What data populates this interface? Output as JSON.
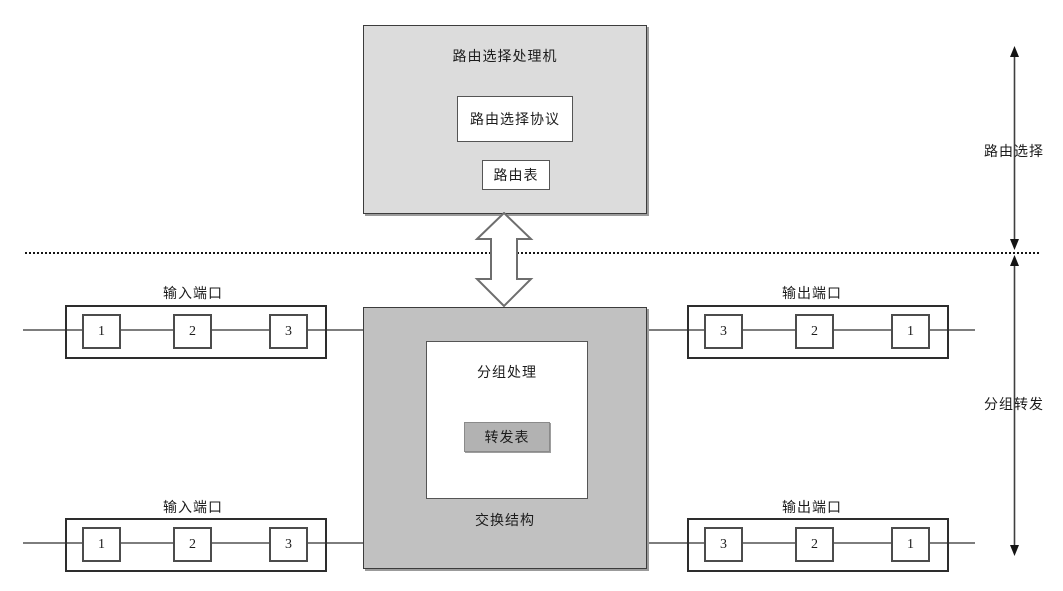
{
  "colors": {
    "processor_box_fill": "#dcdcdc",
    "fabric_box_fill": "#c1c1c1",
    "forwarding_table_fill": "#b2b2b2",
    "connector_line": "#7d7d7d"
  },
  "routing_processor": {
    "title": "路由选择处理机",
    "protocol_label": "路由选择协议",
    "routing_table_label": "路由表"
  },
  "switching_fabric": {
    "label": "交换结构",
    "packet_processing_label": "分组处理",
    "forwarding_table_label": "转发表"
  },
  "ports": {
    "rows": [
      {
        "label": "输入端口",
        "cells": [
          "1",
          "2",
          "3"
        ]
      },
      {
        "label": "输出端口",
        "cells": [
          "3",
          "2",
          "1"
        ]
      },
      {
        "label": "输入端口",
        "cells": [
          "1",
          "2",
          "3"
        ]
      },
      {
        "label": "输出端口",
        "cells": [
          "3",
          "2",
          "1"
        ]
      }
    ]
  },
  "side_labels": {
    "upper": "路由选择",
    "lower": "分组转发"
  }
}
